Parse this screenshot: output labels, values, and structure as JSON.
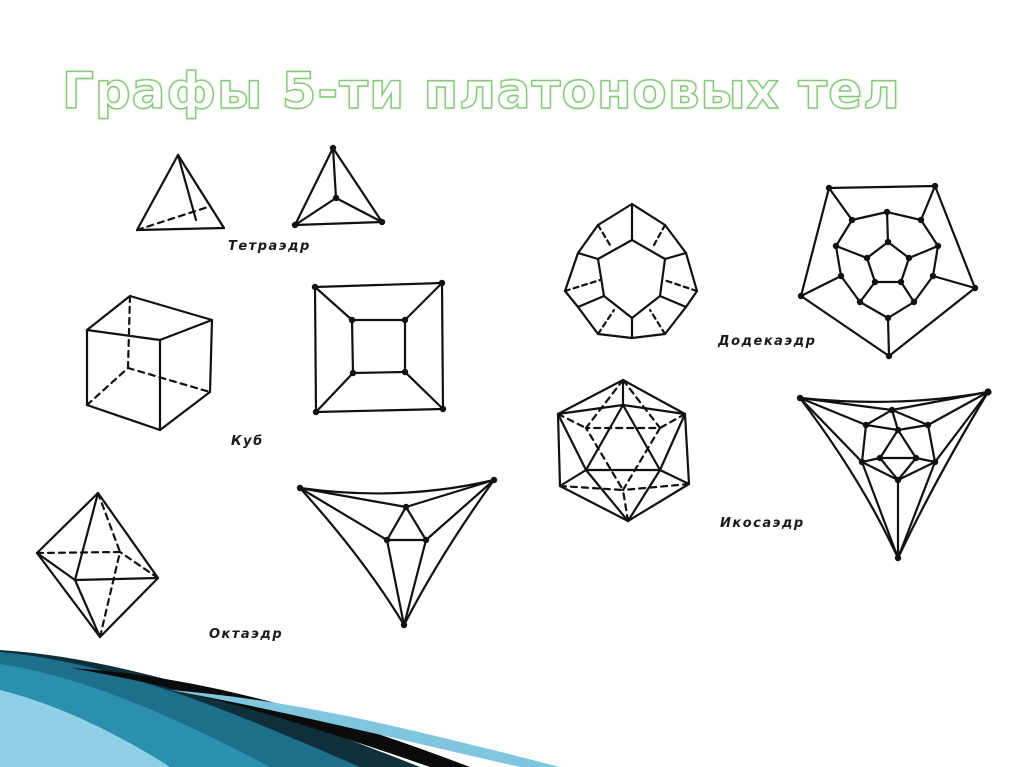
{
  "slide": {
    "title": "Графы 5-ти платоновых тел",
    "labels": {
      "tetrahedron": "Тетраэдр",
      "cube": "Куб",
      "octahedron": "Октаэдр",
      "dodecahedron": "Додекаэдр",
      "icosahedron": "Икосаэдр"
    }
  },
  "colors": {
    "title_outline": "#86c77a",
    "ink": "#111111",
    "wave_dark": "#0f2f3a",
    "wave_teal": "#2b8fae",
    "wave_light": "#8fd0e6"
  }
}
